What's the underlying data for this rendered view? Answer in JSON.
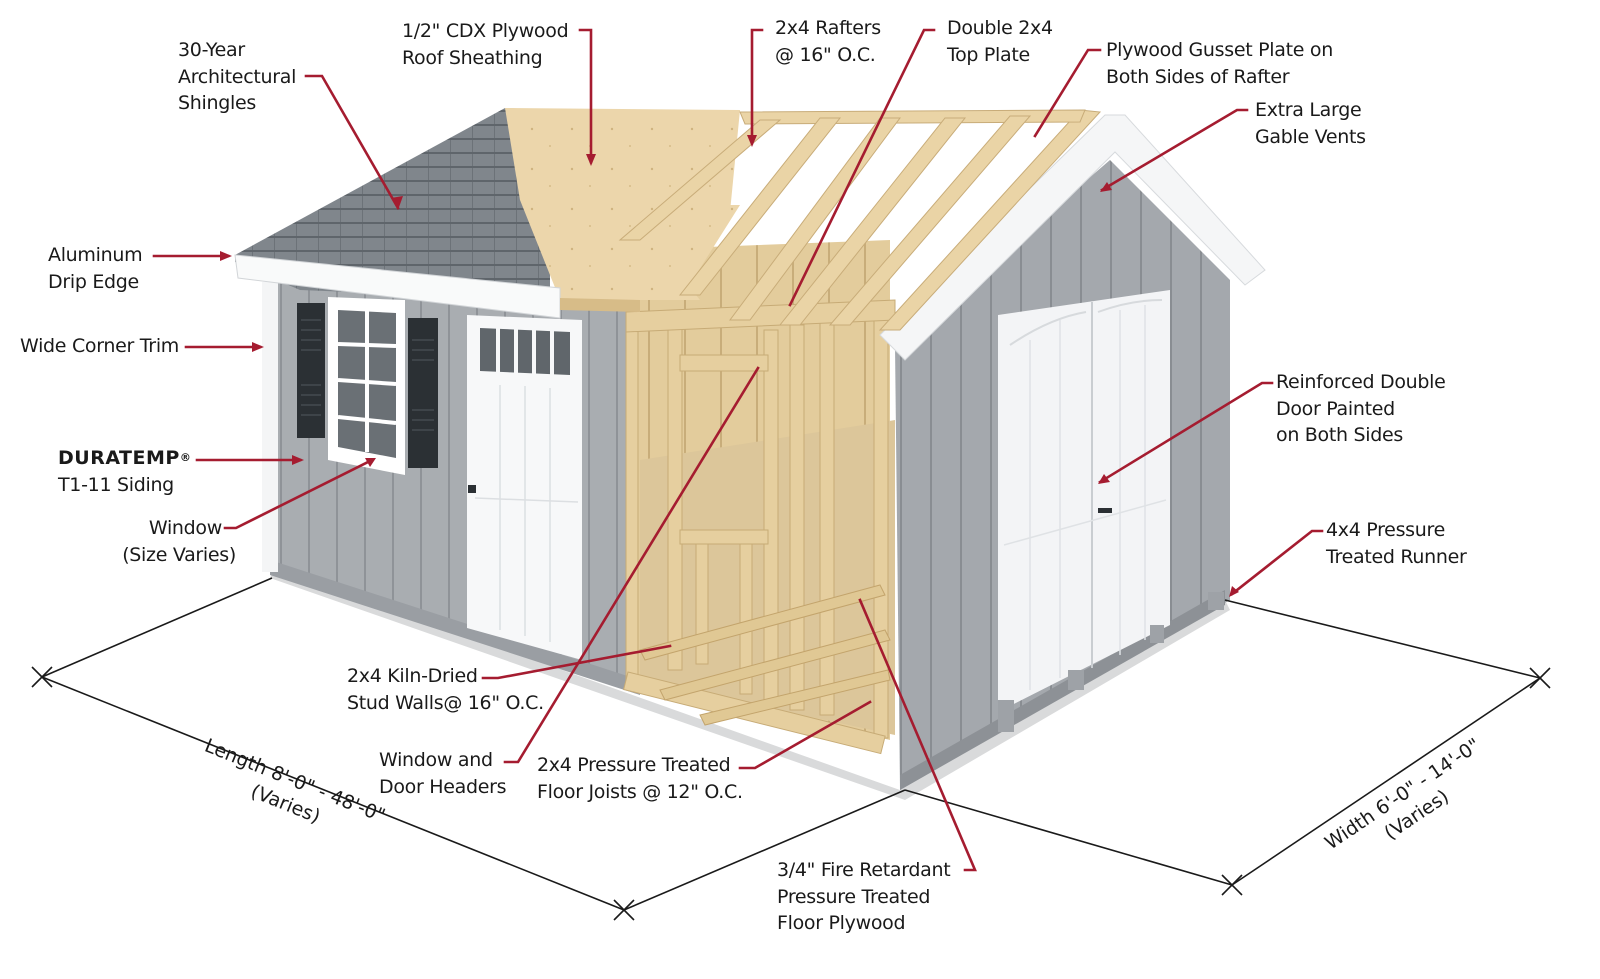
{
  "diagram": {
    "subject": "Shed construction cutaway",
    "callout_color": "#a51c30",
    "dimension_line_color": "#1a1a1a",
    "labels": {
      "shingles": [
        "30-Year",
        "Architectural",
        "Shingles"
      ],
      "roof_sheathing": [
        "1/2\" CDX Plywood",
        "Roof Sheathing"
      ],
      "rafters": [
        "2x4 Rafters",
        "@ 16\" O.C."
      ],
      "top_plate": [
        "Double 2x4",
        "Top Plate"
      ],
      "gusset_plate": [
        "Plywood Gusset Plate on",
        "Both Sides of Rafter"
      ],
      "gable_vents": [
        "Extra Large",
        "Gable Vents"
      ],
      "drip_edge": [
        "Aluminum",
        "Drip Edge"
      ],
      "corner_trim": [
        "Wide Corner Trim"
      ],
      "siding_brand": "DURATEMP",
      "siding_brand_mark": "®",
      "siding": [
        "T1-11 Siding"
      ],
      "window": [
        "Window",
        "(Size Varies)"
      ],
      "double_door": [
        "Reinforced Double",
        "Door Painted",
        "on Both Sides"
      ],
      "runner": [
        "4x4 Pressure",
        "Treated Runner"
      ],
      "stud_walls": [
        "2x4 Kiln-Dried",
        "Stud Walls@ 16\" O.C."
      ],
      "headers": [
        "Window and",
        "Door Headers"
      ],
      "floor_joists": [
        "2x4 Pressure Treated",
        "Floor Joists @ 12\" O.C."
      ],
      "floor_plywood": [
        "3/4\" Fire Retardant",
        "Pressure Treated",
        "Floor Plywood"
      ]
    },
    "dimensions": {
      "length": [
        "Length 8'-0\" - 48'-0\"",
        "(Varies)"
      ],
      "width": [
        "Width 6'-0\" - 14'-0\"",
        "(Varies)"
      ]
    },
    "colors": {
      "siding": "#a9adb1",
      "siding_dark": "#8e9297",
      "trim": "#ffffff",
      "shingles": "#7d8287",
      "plywood": "#e8d2a6",
      "lumber": "#e6cf9f",
      "shutters": "#2b3034"
    }
  }
}
